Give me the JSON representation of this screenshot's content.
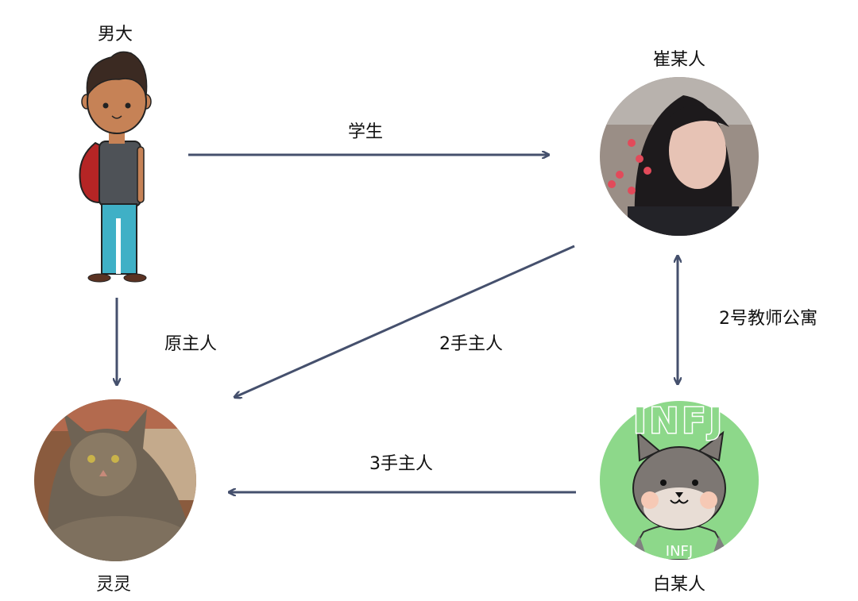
{
  "nodes": {
    "boy": {
      "label": "男大",
      "icon": "cartoon-student-with-backpack"
    },
    "cui": {
      "label": "崔某人",
      "icon": "girl-photo-avatar-with-hearts"
    },
    "lingling": {
      "label": "灵灵",
      "icon": "maine-coon-cat-photo"
    },
    "bai": {
      "label": "白某人",
      "icon": "infj-cartoon-cat-avatar",
      "badge_text": "INFJ",
      "shirt_text": "INFJ"
    }
  },
  "edges": [
    {
      "from": "boy",
      "to": "cui",
      "label": "学生"
    },
    {
      "from": "boy",
      "to": "lingling",
      "label": "原主人"
    },
    {
      "from": "cui",
      "to": "lingling",
      "label": "2手主人"
    },
    {
      "from": "cui",
      "to": "bai",
      "label": "2号教师公寓",
      "bidirectional": true
    },
    {
      "from": "bai",
      "to": "lingling",
      "label": "3手主人"
    }
  ],
  "colors": {
    "edge": "#45506d",
    "infj_green": "#8dd88a"
  }
}
